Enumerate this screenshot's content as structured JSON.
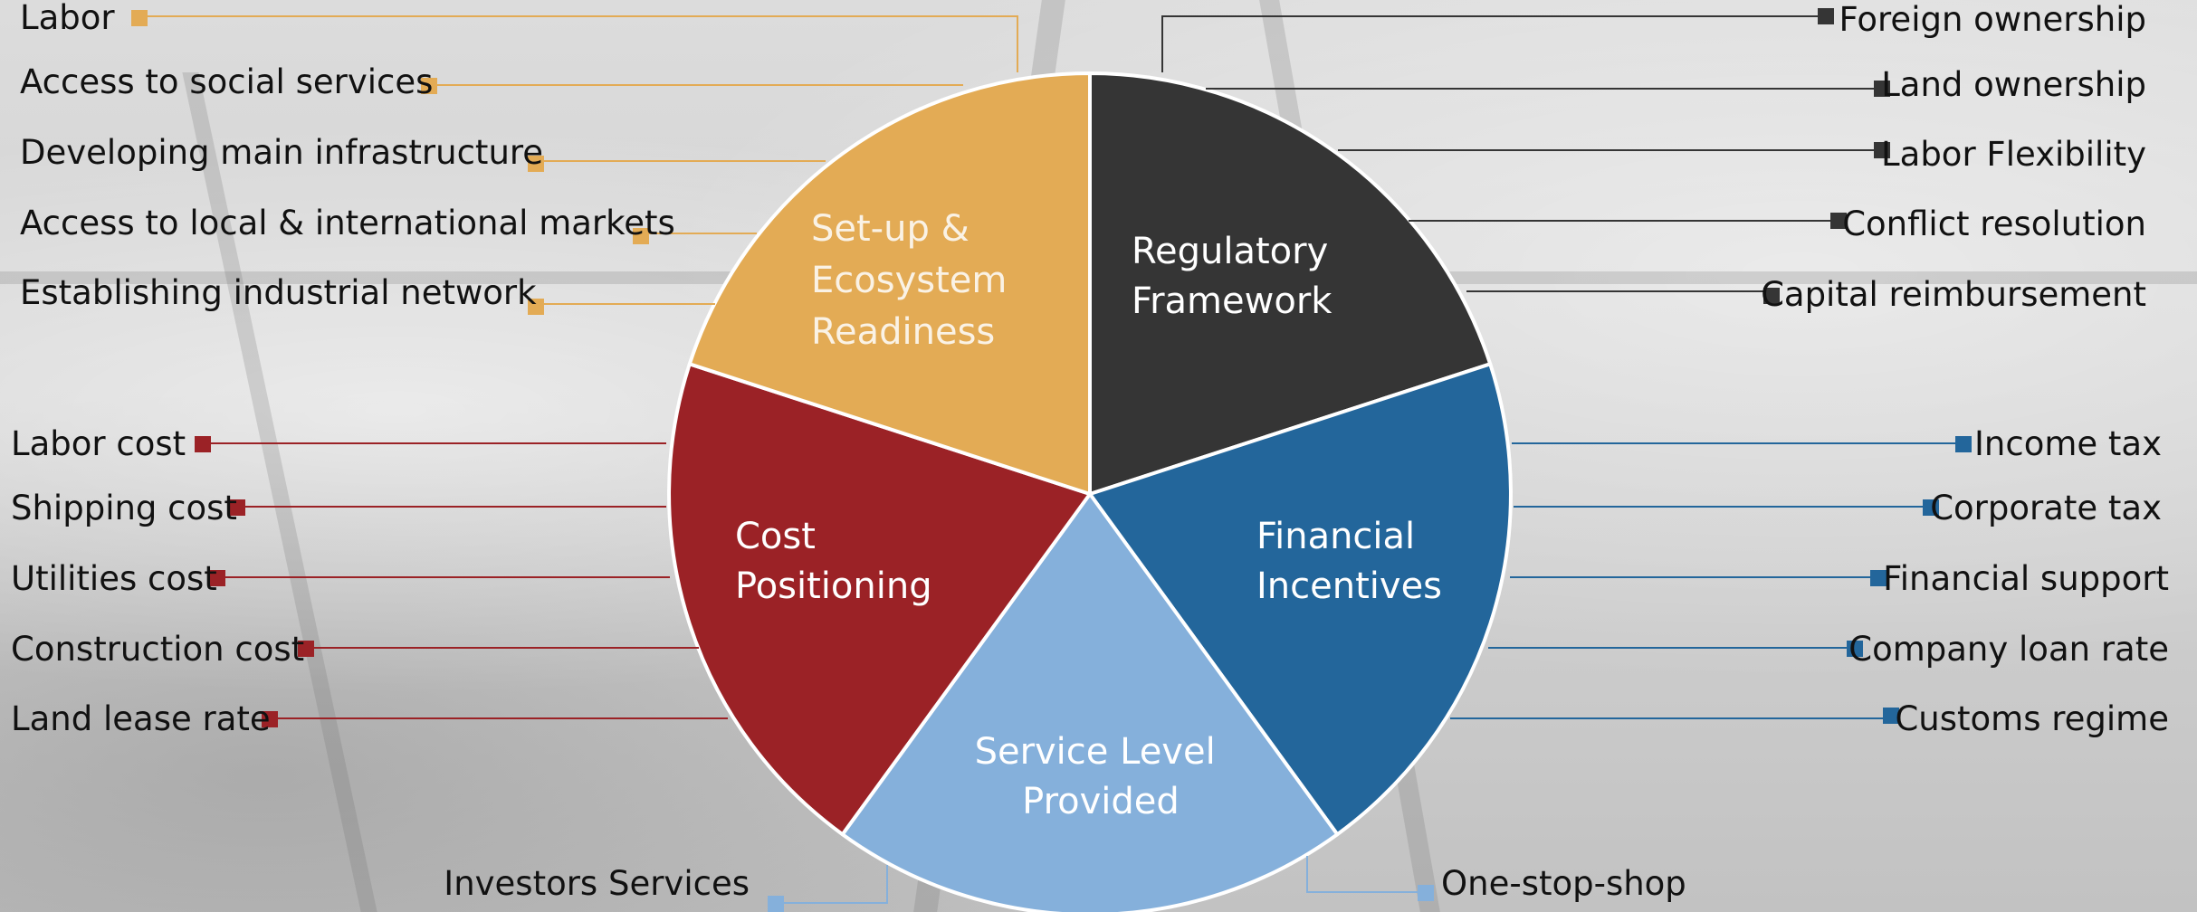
{
  "segments": [
    {
      "id": "regulatory",
      "label_lines": [
        "Regulatory",
        "Framework"
      ],
      "color": "#353535",
      "items": [
        "Foreign ownership",
        "Land ownership",
        "Labor Flexibility",
        "Conflict resolution",
        "Capital reimbursement"
      ]
    },
    {
      "id": "financial",
      "label_lines": [
        "Financial",
        "Incentives"
      ],
      "color": "#23669b",
      "items": [
        "Income tax",
        "Corporate tax",
        "Financial support",
        "Company loan rate",
        "Customs regime"
      ]
    },
    {
      "id": "service",
      "label_lines": [
        "Service Level",
        "Provided"
      ],
      "color": "#85b0db",
      "items": [
        "Investors Services",
        "One-stop-shop"
      ]
    },
    {
      "id": "cost",
      "label_lines": [
        "Cost",
        "Positioning"
      ],
      "color": "#9b2226",
      "items": [
        "Labor cost",
        "Shipping cost",
        "Utilities cost",
        "Construction cost",
        "Land lease rate"
      ]
    },
    {
      "id": "setup",
      "label_lines": [
        "Set-up &",
        "Ecosystem",
        "Readiness"
      ],
      "color": "#e3ab55",
      "items": [
        "Labor",
        "Access to social services",
        "Developing main infrastructure",
        "Access to local & international markets",
        "Establishing industrial network"
      ]
    }
  ],
  "icons": {
    "bullet": "square-bullet-icon"
  }
}
